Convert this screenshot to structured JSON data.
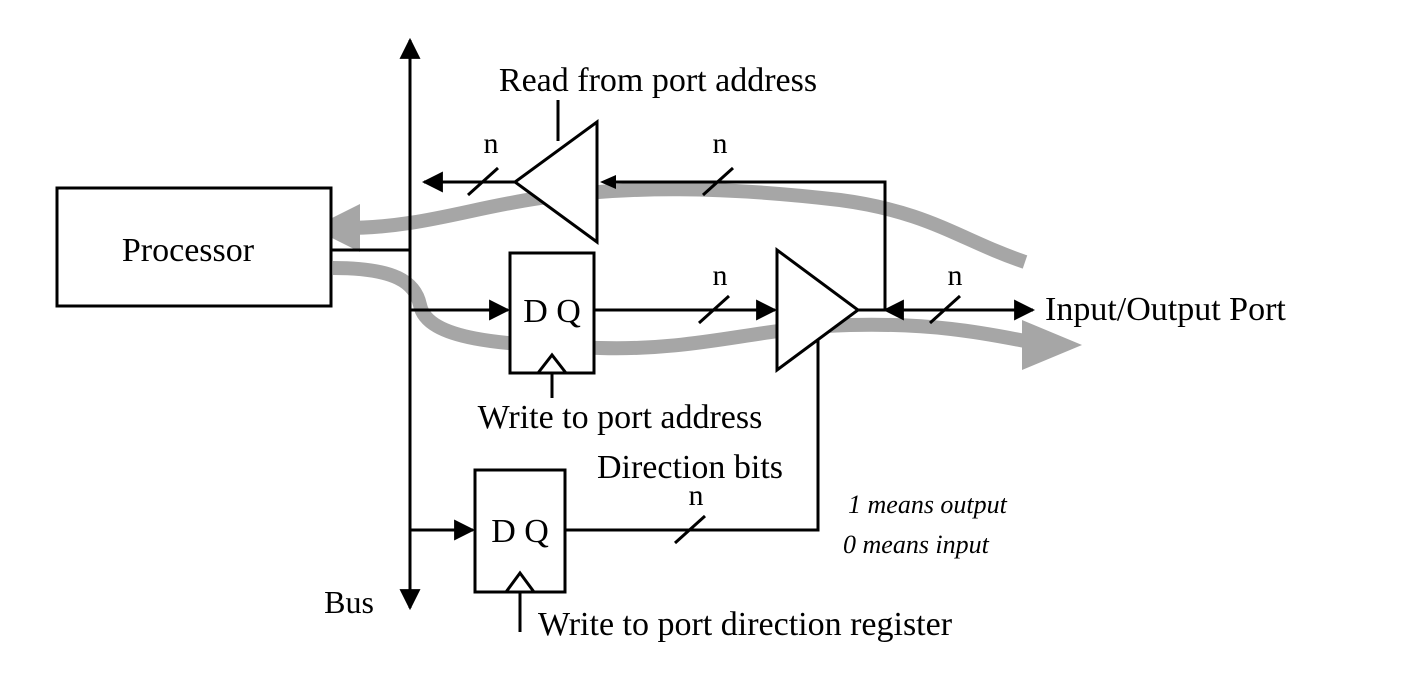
{
  "labels": {
    "processor": "Processor",
    "read_port": "Read from port address",
    "write_port": "Write to port address",
    "direction_bits": "Direction bits",
    "io_port": "Input/Output Port",
    "bus": "Bus",
    "write_direction": "Write to port direction register",
    "dq_data": "D Q",
    "dq_direction": "D Q",
    "bus_width": "n",
    "note_output": "1 means output",
    "note_input": "0 means input"
  },
  "colors": {
    "line": "#000000",
    "flow_arrow": "#a6a6a6",
    "background": "#ffffff"
  }
}
